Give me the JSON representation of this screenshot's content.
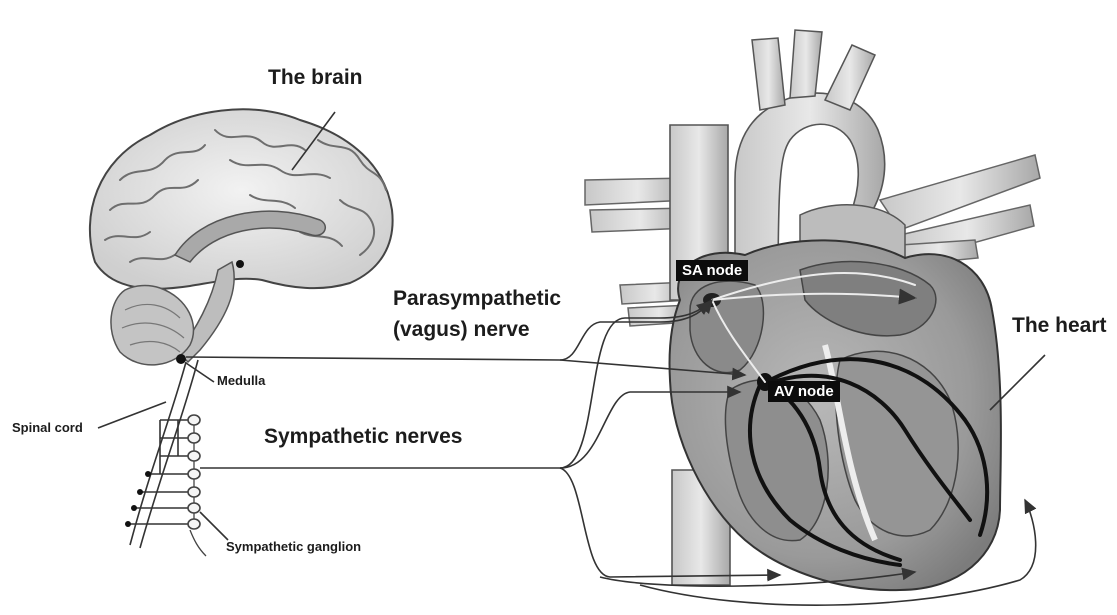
{
  "labels": {
    "brain": "The brain",
    "parasympathetic_line1": "Parasympathetic",
    "parasympathetic_line2": "(vagus) nerve",
    "medulla": "Medulla",
    "spinal_cord": "Spinal cord",
    "sympathetic_nerves": "Sympathetic nerves",
    "sympathetic_ganglion": "Sympathetic ganglion",
    "heart": "The heart",
    "sa_node": "SA node",
    "av_node": "AV node"
  },
  "colors": {
    "background": "#ffffff",
    "ink": "#1c1c1c",
    "tag_background": "#0c0c0c",
    "tag_text": "#ffffff"
  }
}
